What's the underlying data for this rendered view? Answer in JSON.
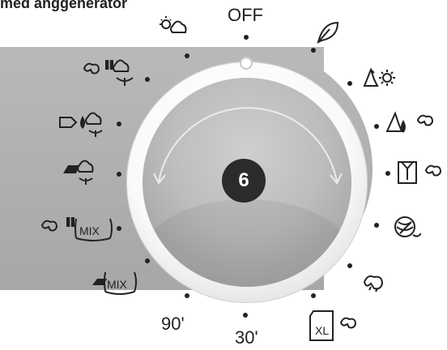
{
  "title": "med anggenerator",
  "dial": {
    "selected_program": "6",
    "labels": {
      "off": "OFF",
      "time_90": "90'",
      "time_30": "30'",
      "xl_badge": "XL",
      "mix_tag": "MIX"
    }
  },
  "programs": [
    {
      "name": "off"
    },
    {
      "name": "delicate-feather-icon"
    },
    {
      "name": "cottons-eco-icon"
    },
    {
      "name": "cottons-steam-icon"
    },
    {
      "name": "shirts-steam-icon"
    },
    {
      "name": "wool-icon"
    },
    {
      "name": "steam-refresh-icon"
    },
    {
      "name": "xl-steam-icon"
    },
    {
      "name": "30-minutes"
    },
    {
      "name": "90-minutes"
    },
    {
      "name": "mix-iron-icon"
    },
    {
      "name": "steam-mix-icon"
    },
    {
      "name": "iron-dry-icon"
    },
    {
      "name": "drop-dry-icon"
    },
    {
      "name": "steam-dry-icon"
    },
    {
      "name": "dry-eco-icon"
    }
  ]
}
